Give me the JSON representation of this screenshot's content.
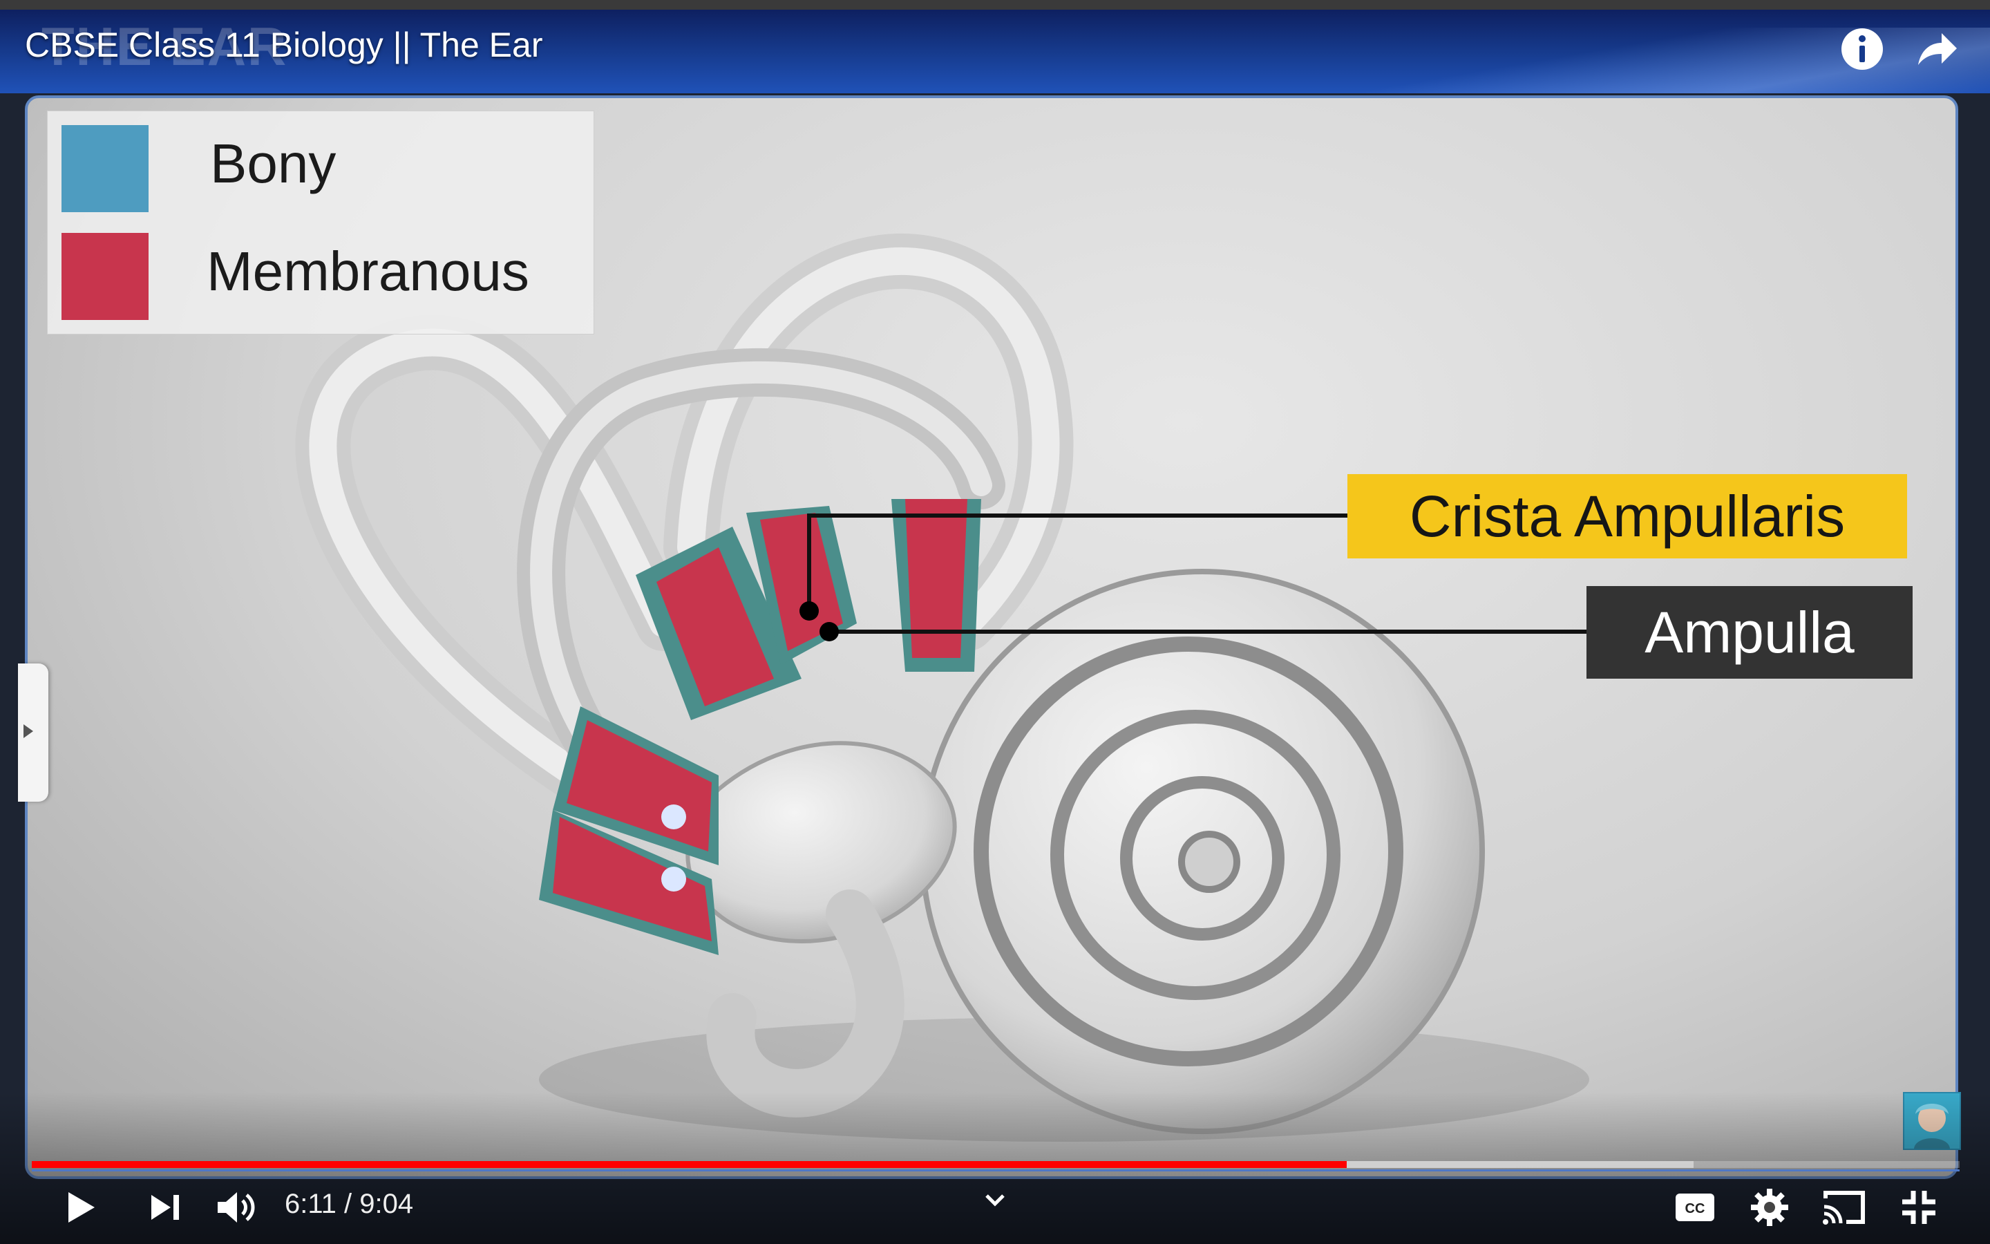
{
  "window": {
    "watermark": "THE EAR",
    "title": "CBSE Class 11 Biology || The Ear",
    "info_icon": "info-icon",
    "share_icon": "share-icon"
  },
  "slide": {
    "legend": [
      {
        "label": "Bony",
        "color": "#4e9cc0"
      },
      {
        "label": "Membranous",
        "color": "#c8354d"
      }
    ],
    "callouts": {
      "crista": {
        "label": "Crista Ampullaris",
        "color": "#f5c61b"
      },
      "ampulla": {
        "label": "Ampulla",
        "color": "#333333"
      }
    }
  },
  "player": {
    "current_time": "6:11",
    "duration": "9:04",
    "time_text": "6:11 / 9:04",
    "progress_played": 0.682,
    "progress_buffered": 0.862,
    "accent": "#ff0000",
    "icons": [
      "play-icon",
      "next-icon",
      "volume-icon",
      "chevron-down-icon",
      "captions-icon",
      "settings-gear-icon",
      "cast-icon",
      "exit-fullscreen-icon"
    ]
  }
}
